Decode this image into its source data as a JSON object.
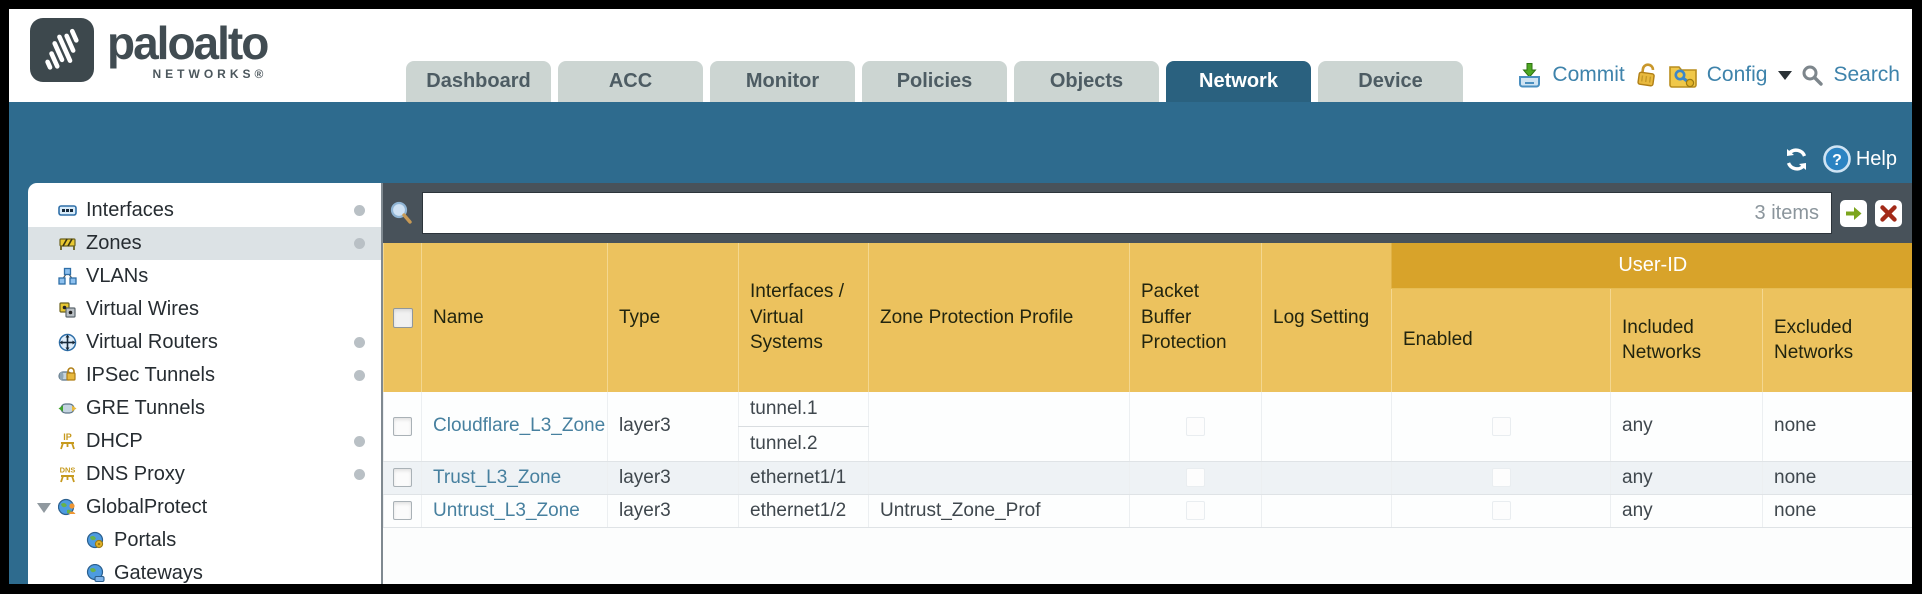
{
  "header": {
    "brand": "paloalto",
    "brand_sub": "NETWORKS®",
    "tabs": [
      {
        "label": "Dashboard",
        "active": false
      },
      {
        "label": "ACC",
        "active": false
      },
      {
        "label": "Monitor",
        "active": false
      },
      {
        "label": "Policies",
        "active": false
      },
      {
        "label": "Objects",
        "active": false
      },
      {
        "label": "Network",
        "active": true
      },
      {
        "label": "Device",
        "active": false
      }
    ],
    "actions": {
      "commit": "Commit",
      "config": "Config",
      "search": "Search"
    }
  },
  "band": {
    "help": "Help"
  },
  "sidebar": {
    "items": [
      {
        "label": "Interfaces",
        "dot": true,
        "selected": false
      },
      {
        "label": "Zones",
        "dot": true,
        "selected": true
      },
      {
        "label": "VLANs",
        "dot": false,
        "selected": false
      },
      {
        "label": "Virtual Wires",
        "dot": false,
        "selected": false
      },
      {
        "label": "Virtual Routers",
        "dot": true,
        "selected": false
      },
      {
        "label": "IPSec Tunnels",
        "dot": true,
        "selected": false
      },
      {
        "label": "GRE Tunnels",
        "dot": false,
        "selected": false
      },
      {
        "label": "DHCP",
        "dot": true,
        "selected": false
      },
      {
        "label": "DNS Proxy",
        "dot": true,
        "selected": false
      },
      {
        "label": "GlobalProtect",
        "dot": false,
        "selected": false,
        "expanded": true
      },
      {
        "label": "Portals",
        "dot": false,
        "selected": false,
        "sub": true
      },
      {
        "label": "Gateways",
        "dot": false,
        "selected": false,
        "sub": true
      }
    ]
  },
  "filter": {
    "value": "",
    "count": "3 items"
  },
  "table": {
    "columns": {
      "name": "Name",
      "type": "Type",
      "interfaces": "Interfaces / Virtual Systems",
      "zone_protection_profile": "Zone Protection Profile",
      "packet_buffer_protection": "Packet Buffer Protection",
      "log_setting": "Log Setting",
      "user_id_group": "User-ID",
      "enabled": "Enabled",
      "included_networks": "Included Networks",
      "excluded_networks": "Excluded Networks"
    },
    "rows": [
      {
        "name": "Cloudflare_L3_Zone",
        "type": "layer3",
        "interfaces": [
          "tunnel.1",
          "tunnel.2"
        ],
        "zone_protection_profile": "",
        "included_networks": "any",
        "excluded_networks": "none"
      },
      {
        "name": "Trust_L3_Zone",
        "type": "layer3",
        "interfaces": [
          "ethernet1/1"
        ],
        "zone_protection_profile": "",
        "included_networks": "any",
        "excluded_networks": "none"
      },
      {
        "name": "Untrust_L3_Zone",
        "type": "layer3",
        "interfaces": [
          "ethernet1/2"
        ],
        "zone_protection_profile": "Untrust_Zone_Prof",
        "included_networks": "any",
        "excluded_networks": "none"
      }
    ]
  },
  "colors": {
    "band_teal": "#2e6b8e",
    "active_tab": "#2a617f",
    "header_orange": "#ecc25e",
    "user_id_band": "#d8a32a",
    "toolbar_dark": "#48525a",
    "link_blue": "#47809f",
    "action_blue": "#3e83ab"
  }
}
